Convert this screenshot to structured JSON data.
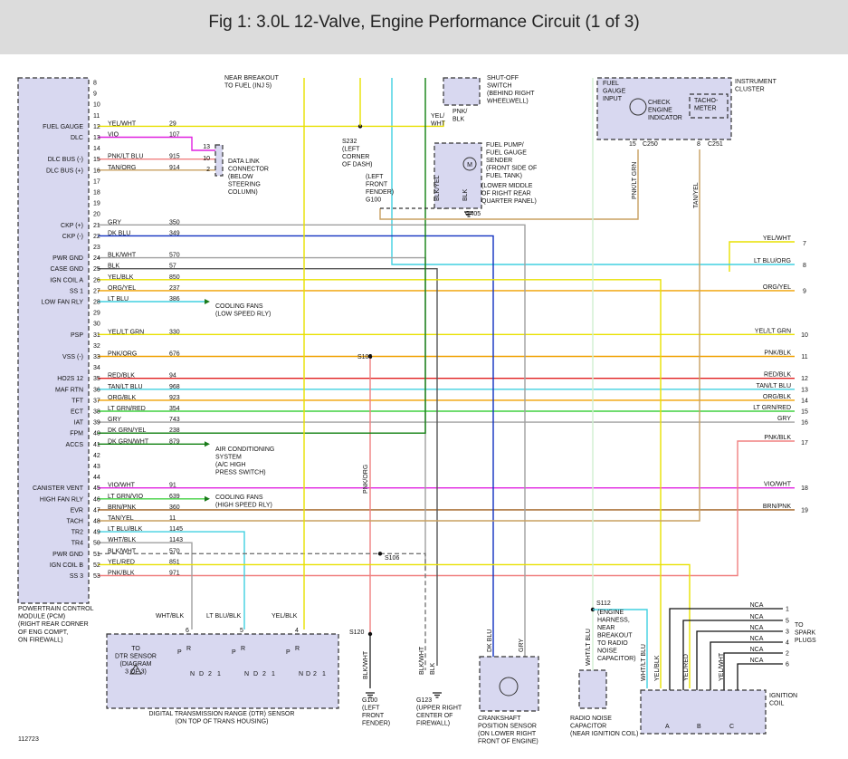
{
  "header": {
    "title": "Fig 1: 3.0L 12-Valve, Engine Performance Circuit (1 of 3)"
  },
  "pcm": {
    "label_lines": [
      "POWERTRAIN CONTROL",
      "MODULE (PCM)",
      "(RIGHT REAR CORNER",
      "OF ENG COMPT,",
      "ON FIREWALL)"
    ],
    "pins": [
      {
        "pin": "8",
        "name": "",
        "color": "",
        "circuit": ""
      },
      {
        "pin": "9",
        "name": "",
        "color": "",
        "circuit": ""
      },
      {
        "pin": "10",
        "name": "",
        "color": "",
        "circuit": ""
      },
      {
        "pin": "11",
        "name": "",
        "color": "",
        "circuit": ""
      },
      {
        "pin": "12",
        "name": "FUEL GAUGE",
        "color": "YEL/WHT",
        "circuit": "29"
      },
      {
        "pin": "13",
        "name": "DLC",
        "color": "VIO",
        "circuit": "107"
      },
      {
        "pin": "14",
        "name": "",
        "color": "",
        "circuit": ""
      },
      {
        "pin": "15",
        "name": "DLC BUS (-)",
        "color": "PNK/LT BLU",
        "circuit": "915"
      },
      {
        "pin": "16",
        "name": "DLC BUS (+)",
        "color": "TAN/ORG",
        "circuit": "914"
      },
      {
        "pin": "17",
        "name": "",
        "color": "",
        "circuit": ""
      },
      {
        "pin": "18",
        "name": "",
        "color": "",
        "circuit": ""
      },
      {
        "pin": "19",
        "name": "",
        "color": "",
        "circuit": ""
      },
      {
        "pin": "20",
        "name": "",
        "color": "",
        "circuit": ""
      },
      {
        "pin": "21",
        "name": "CKP (+)",
        "color": "GRY",
        "circuit": "350"
      },
      {
        "pin": "22",
        "name": "CKP (-)",
        "color": "DK BLU",
        "circuit": "349"
      },
      {
        "pin": "23",
        "name": "",
        "color": "",
        "circuit": ""
      },
      {
        "pin": "24",
        "name": "PWR GND",
        "color": "BLK/WHT",
        "circuit": "570"
      },
      {
        "pin": "25",
        "name": "CASE GND",
        "color": "BLK",
        "circuit": "57"
      },
      {
        "pin": "26",
        "name": "IGN COIL A",
        "color": "YEL/BLK",
        "circuit": "850"
      },
      {
        "pin": "27",
        "name": "SS 1",
        "color": "ORG/YEL",
        "circuit": "237"
      },
      {
        "pin": "28",
        "name": "LOW FAN RLY",
        "color": "LT BLU",
        "circuit": "386"
      },
      {
        "pin": "29",
        "name": "",
        "color": "",
        "circuit": ""
      },
      {
        "pin": "30",
        "name": "",
        "color": "",
        "circuit": ""
      },
      {
        "pin": "31",
        "name": "PSP",
        "color": "YEL/LT GRN",
        "circuit": "330"
      },
      {
        "pin": "32",
        "name": "",
        "color": "",
        "circuit": ""
      },
      {
        "pin": "33",
        "name": "VSS (-)",
        "color": "PNK/ORG",
        "circuit": "676"
      },
      {
        "pin": "34",
        "name": "",
        "color": "",
        "circuit": ""
      },
      {
        "pin": "35",
        "name": "HO2S 12",
        "color": "RED/BLK",
        "circuit": "94"
      },
      {
        "pin": "36",
        "name": "MAF RTN",
        "color": "TAN/LT BLU",
        "circuit": "968"
      },
      {
        "pin": "37",
        "name": "TFT",
        "color": "ORG/BLK",
        "circuit": "923"
      },
      {
        "pin": "38",
        "name": "ECT",
        "color": "LT GRN/RED",
        "circuit": "354"
      },
      {
        "pin": "39",
        "name": "IAT",
        "color": "GRY",
        "circuit": "743"
      },
      {
        "pin": "40",
        "name": "FPM",
        "color": "DK GRN/YEL",
        "circuit": "238"
      },
      {
        "pin": "41",
        "name": "ACCS",
        "color": "DK GRN/WHT",
        "circuit": "879"
      },
      {
        "pin": "42",
        "name": "",
        "color": "",
        "circuit": ""
      },
      {
        "pin": "43",
        "name": "",
        "color": "",
        "circuit": ""
      },
      {
        "pin": "44",
        "name": "",
        "color": "",
        "circuit": ""
      },
      {
        "pin": "45",
        "name": "CANISTER VENT",
        "color": "VIO/WHT",
        "circuit": "91"
      },
      {
        "pin": "46",
        "name": "HIGH FAN RLY",
        "color": "LT GRN/VIO",
        "circuit": "639"
      },
      {
        "pin": "47",
        "name": "EVR",
        "color": "BRN/PNK",
        "circuit": "360"
      },
      {
        "pin": "48",
        "name": "TACH",
        "color": "TAN/YEL",
        "circuit": "11"
      },
      {
        "pin": "49",
        "name": "TR2",
        "color": "LT BLU/BLK",
        "circuit": "1145"
      },
      {
        "pin": "50",
        "name": "TR4",
        "color": "WHT/BLK",
        "circuit": "1143"
      },
      {
        "pin": "51",
        "name": "PWR GND",
        "color": "BLK/WHT",
        "circuit": "570"
      },
      {
        "pin": "52",
        "name": "IGN COIL B",
        "color": "YEL/RED",
        "circuit": "851"
      },
      {
        "pin": "53",
        "name": "SS 3",
        "color": "PNK/BLK",
        "circuit": "971"
      }
    ]
  },
  "right_connector": [
    {
      "num": "7",
      "color": "YEL/WHT"
    },
    {
      "num": "8",
      "color": "LT BLU/ORG"
    },
    {
      "num": "9",
      "color": "ORG/YEL"
    },
    {
      "num": "10",
      "color": "YEL/LT GRN"
    },
    {
      "num": "11",
      "color": "PNK/BLK"
    },
    {
      "num": "12",
      "color": "RED/BLK"
    },
    {
      "num": "13",
      "color": "TAN/LT BLU"
    },
    {
      "num": "14",
      "color": "ORG/BLK"
    },
    {
      "num": "15",
      "color": "LT GRN/RED"
    },
    {
      "num": "16",
      "color": "GRY"
    },
    {
      "num": "17",
      "color": "PNK/BLK"
    },
    {
      "num": "18",
      "color": "VIO/WHT"
    },
    {
      "num": "19",
      "color": "BRN/PNK"
    }
  ],
  "labels": {
    "near_breakout": [
      "NEAR BREAKOUT",
      "TO FUEL (INJ 5)"
    ],
    "dlc_connector": [
      "DATA LINK",
      "CONNECTOR",
      "(BELOW",
      "STEERING",
      "COLUMN)"
    ],
    "dlc_pin13": "13",
    "dlc_pin10": "10",
    "dlc_pin2": "2",
    "cooling_low": [
      "COOLING FANS",
      "(LOW SPEED RLY)"
    ],
    "cooling_high": [
      "COOLING FANS",
      "(HIGH SPEED RLY)"
    ],
    "ac_system": [
      "AIR CONDITIONING",
      "SYSTEM",
      "(A/C HIGH",
      "PRESS SWITCH)"
    ],
    "s232": [
      "S232",
      "(LEFT",
      "CORNER",
      "OF DASH)"
    ],
    "g100_top": [
      "(LEFT",
      "FRONT",
      "FENDER)",
      "G100"
    ],
    "shutoff": [
      "SHUT-OFF",
      "SWITCH",
      "(BEHIND RIGHT",
      "WHEELWELL)"
    ],
    "yel_wht": [
      "YEL/",
      "WHT"
    ],
    "pnk_blk": [
      "PNK/",
      "BLK"
    ],
    "fuel_pump": [
      "FUEL PUMP/",
      "FUEL GAUGE",
      "SENDER",
      "(FRONT SIDE OF",
      "FUEL TANK)"
    ],
    "lower_middle": [
      "(LOWER MIDDLE",
      "OF RIGHT REAR",
      "QUARTER PANEL)"
    ],
    "g405": "G405",
    "blk_yel": "BLK/YEL",
    "blk": "BLK",
    "fuel_gauge_input": [
      "FUEL",
      "GAUGE",
      "INPUT"
    ],
    "check_engine": [
      "CHECK",
      "ENGINE",
      "INDICATOR"
    ],
    "tacho": [
      "TACHO-",
      "METER"
    ],
    "instrument_cluster": [
      "INSTRUMENT",
      "CLUSTER"
    ],
    "c250": "C250",
    "c251": "C251",
    "c250_pin": "15",
    "c251_pin": "8",
    "pnk_lt_grn": "PNK/LT GRN",
    "tan_yel": "TAN/YEL",
    "s105": "S105",
    "s106": "S106",
    "s112": "S112",
    "s120": "S120",
    "pnk_org": "PNK/ORG",
    "blk_wht": "BLK/WHT",
    "blk_wht2": "BLK/WHT",
    "blk2": "BLK",
    "g100_bottom": [
      "G100",
      "(LEFT",
      "FRONT",
      "FENDER)"
    ],
    "g123": [
      "G123",
      "(UPPER RIGHT",
      "CENTER OF",
      "FIREWALL)"
    ],
    "dk_blu": "DK BLU",
    "gry": "GRY",
    "ckp_sensor": [
      "CRANKSHAFT",
      "POSITION SENSOR",
      "(ON LOWER RIGHT",
      "FRONT OF ENGINE)"
    ],
    "engine_harness": [
      "(ENGINE",
      "HARNESS,",
      "NEAR",
      "BREAKOUT",
      "TO RADIO",
      "NOISE",
      "CAPACITOR)"
    ],
    "wht_lt_blu": "WHT/LT BLU",
    "wht_lt_blu2": "WHT/LT BLU",
    "yel_blk": "YEL/BLK",
    "yel_red": "YEL/RED",
    "yel_wht2": "YEL/WHT",
    "radio_noise": [
      "RADIO NOISE",
      "CAPACITOR",
      "(NEAR IGNITION COIL)"
    ],
    "ignition_coil": [
      "IGNITION",
      "COIL"
    ],
    "coil_a": "A",
    "coil_b": "B",
    "coil_c": "C",
    "to_spark": [
      "TO",
      "SPARK",
      "PLUGS"
    ],
    "nca": [
      "NCA",
      "NCA",
      "NCA",
      "NCA",
      "NCA",
      "NCA"
    ],
    "spark_nums": [
      "1",
      "5",
      "3",
      "4",
      "2",
      "6"
    ],
    "wht_blk": "WHT/BLK",
    "lt_blu_blk": "LT BLU/BLK",
    "yel_blk2": "YEL/BLK",
    "dtr_pins": [
      "6",
      "5",
      "4"
    ],
    "dtr_to": [
      "TO",
      "DTR SENSOR",
      "(DIAGRAM",
      "3 OF 3)"
    ],
    "dtr_caption": [
      "DIGITAL TRANSMISSION RANGE (DTR) SENSOR",
      "(ON TOP OF TRANS HOUSING)"
    ],
    "dtr_letters": [
      "P",
      "R",
      "N",
      "D",
      "2",
      "1",
      "P",
      "R",
      "N",
      "D",
      "2",
      "1",
      "P",
      "R",
      "N",
      "D",
      "2",
      "1"
    ],
    "footer_code": "112723"
  },
  "colors": {
    "yel": "#e8e000",
    "vio": "#e020e0",
    "tan": "#c8a060",
    "gry": "#a0a0a0",
    "dkblu": "#1030c0",
    "blk": "#202020",
    "org": "#f0a000",
    "ltblu": "#40d0e0",
    "pnk": "#f08080",
    "red": "#e02020",
    "ltgrn": "#40d040",
    "dkgrn": "#108010",
    "brn": "#a06020",
    "box": "#d8d8f0"
  }
}
